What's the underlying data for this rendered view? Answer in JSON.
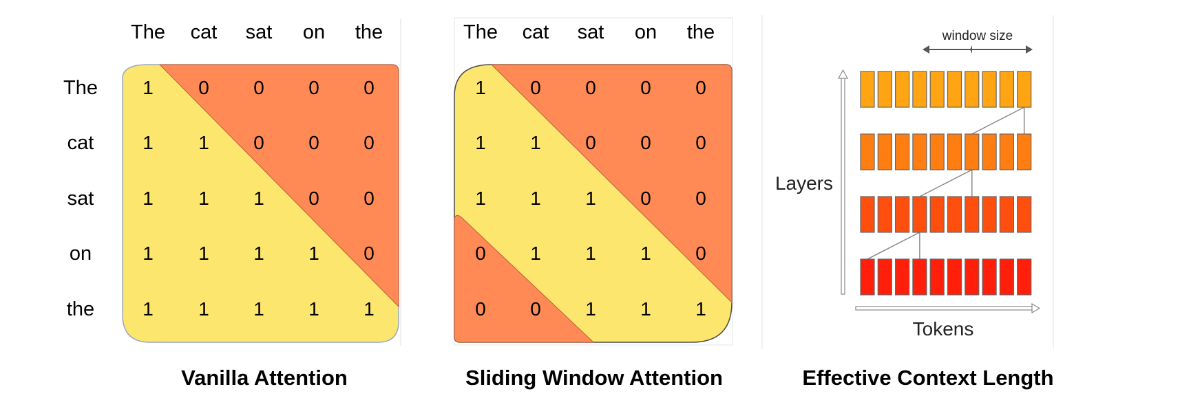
{
  "tokens": [
    "The",
    "cat",
    "sat",
    "on",
    "the"
  ],
  "vanilla": {
    "caption": "Vanilla Attention",
    "matrix": [
      [
        1,
        0,
        0,
        0,
        0
      ],
      [
        1,
        1,
        0,
        0,
        0
      ],
      [
        1,
        1,
        1,
        0,
        0
      ],
      [
        1,
        1,
        1,
        1,
        0
      ],
      [
        1,
        1,
        1,
        1,
        1
      ]
    ]
  },
  "sliding": {
    "caption": "Sliding Window Attention",
    "matrix": [
      [
        1,
        0,
        0,
        0,
        0
      ],
      [
        1,
        1,
        0,
        0,
        0
      ],
      [
        1,
        1,
        1,
        0,
        0
      ],
      [
        0,
        1,
        1,
        1,
        0
      ],
      [
        0,
        0,
        1,
        1,
        1
      ]
    ]
  },
  "context": {
    "caption": "Effective Context Length",
    "window_label": "window size",
    "layers_label": "Layers",
    "tokens_label": "Tokens",
    "layer_colors": [
      "#ffa412",
      "#ff7e12",
      "#ff4f0f",
      "#ff1f0a"
    ],
    "tokens_per_layer": 10,
    "layer_count": 4,
    "window_size": 3
  },
  "colors": {
    "attend": "#fce66d",
    "mask": "#ff8a55",
    "block_border": "#666666"
  }
}
